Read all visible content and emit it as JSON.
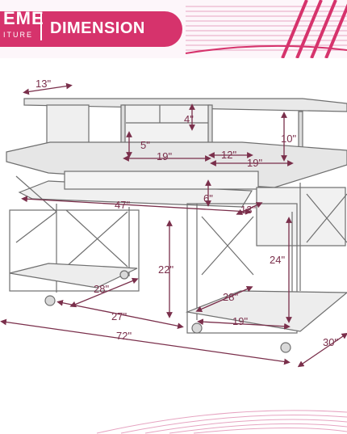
{
  "brand": {
    "logo_top": "EME",
    "logo_bottom": "ITURE",
    "color": "#d6336c"
  },
  "header": {
    "title": "DIMENSION"
  },
  "dimensions": {
    "hutch_depth": "13\"",
    "shelf_gap": "4\"",
    "cubby_height": "5\"",
    "cubby_width": "19\"",
    "rack_gap": "12\"",
    "right_width": "19\"",
    "side_height": "10\"",
    "tray_width": "47\"",
    "tray_gap": "6\"",
    "tray_depth": "13\"",
    "leg_height": "22\"",
    "rack_height": "24\"",
    "cart_depth_left": "28\"",
    "cart_depth_right": "28\"",
    "cart_width_left": "27\"",
    "cart_width_right": "19\"",
    "total_width": "72\"",
    "total_depth": "30\""
  }
}
